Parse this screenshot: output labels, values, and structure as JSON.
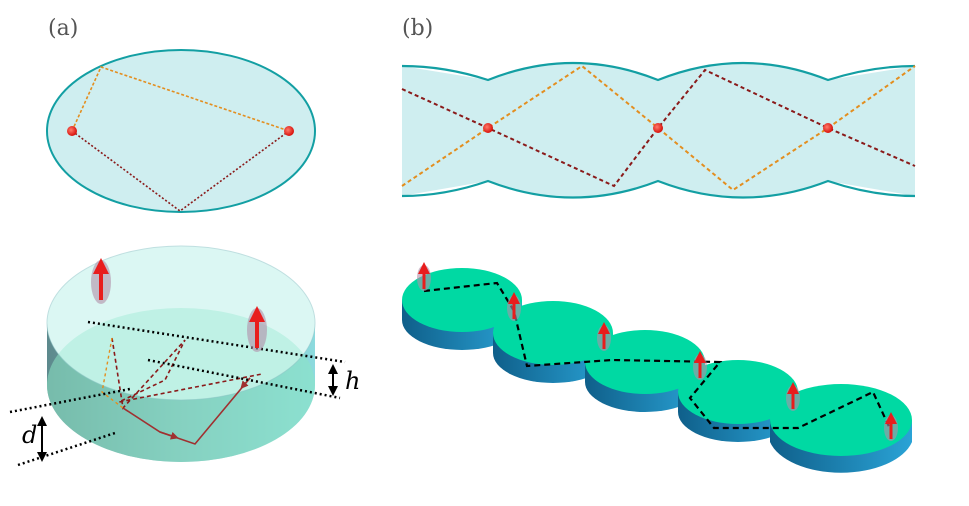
{
  "panels": {
    "a": {
      "label": "(a)"
    },
    "b": {
      "label": "(b)"
    }
  },
  "labels": {
    "h": "h",
    "d": "d"
  },
  "colors": {
    "fill_light": "#cfeef0",
    "outline": "#139fa3",
    "orange_ray": "#e38e1f",
    "maroon_ray": "#8a1a1a",
    "focus_dot": "#e8120c",
    "disc_top": "#00d9a3",
    "disc_side": "#1a86b8",
    "spin_arrow": "#e81d1d",
    "black_path": "#111111"
  }
}
